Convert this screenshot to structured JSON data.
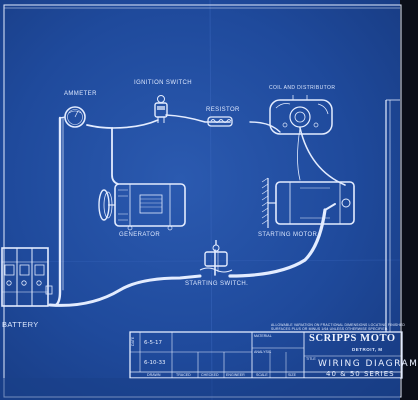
{
  "labels": {
    "ammeter": "AMMETER",
    "ignition_switch": "IGNITION SWITCH",
    "resistor": "RESISTOR",
    "coil_distributor": "COIL AND DISTRIBUTOR",
    "generator": "GENERATOR",
    "starting_motor": "STARTING MOTOR",
    "starting_switch": "STARTING SWITCH.",
    "battery": "BATTERY"
  },
  "title_block": {
    "company": "SCRIPPS MOTO",
    "city": "DETROIT, M",
    "note": "ALLOWABLE VARIATION ON FRACTIONAL DIMENSIONS LOCATING FINISHED SURFACES PLUS OR MINUS 1/64 UNLESS OTHERWISE SPECIFIED.",
    "material_label": "MATERIAL",
    "analysis_label": "ANALYSIS",
    "title_label": "TITLE",
    "drawing_title": "WIRING DIAGRAM",
    "drawing_subtitle": "40 & 50 SERIES",
    "date_label": "DATE",
    "date_1": "6-5-17",
    "date_2": "6-10-33",
    "footer": [
      "DRAWN",
      "TRACED",
      "CHECKED",
      "ENGINEER",
      "SCALE",
      "SIZE"
    ]
  },
  "colors": {
    "paper": "#1f4a9c",
    "line": "#e3ecff"
  }
}
